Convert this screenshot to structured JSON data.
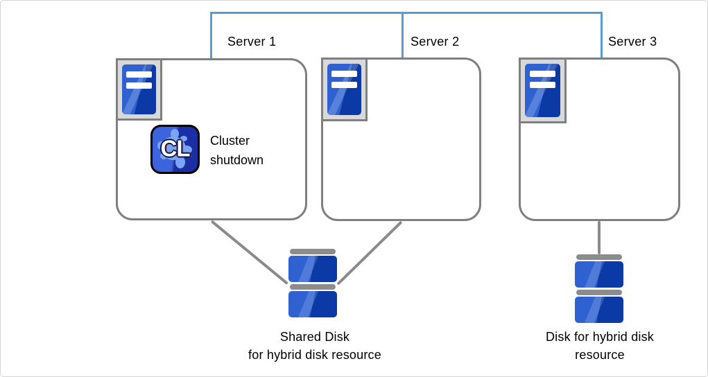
{
  "diagram": {
    "type": "cluster-architecture-diagram",
    "colors": {
      "canvas_border": "#D5D5D5",
      "network_line": "#5B9BD5",
      "box_border": "#7F7F7F",
      "tray_fill": "#D9D9D9",
      "connector": "#8A8A8A",
      "server_blue_light": "#2F62D0",
      "server_blue_dark": "#0B3AA6",
      "disk_cap_gray": "#8C8C8C",
      "cl_badge_left": "#3D64DC",
      "cl_badge_right": "#1B2FA4",
      "cl_splash": "#7CA4F4",
      "text": "#000000"
    },
    "icons": {
      "server_icon": "blue-tower-with-two-white-bays (css shape)",
      "cluster_app_icon": "CL-splash-badge (css shape + svg)",
      "disk_icon": "stacked-blue-platters-with-gray-caps (css shape)"
    },
    "servers": [
      {
        "label": "Server 1",
        "action": "Cluster\nshutdown"
      },
      {
        "label": "Server 2"
      },
      {
        "label": "Server 3"
      }
    ],
    "cl_badge_text": "CL",
    "disks": [
      {
        "label": "Shared Disk\nfor hybrid disk resource"
      },
      {
        "label": "Disk for hybrid disk\nresource"
      }
    ]
  }
}
